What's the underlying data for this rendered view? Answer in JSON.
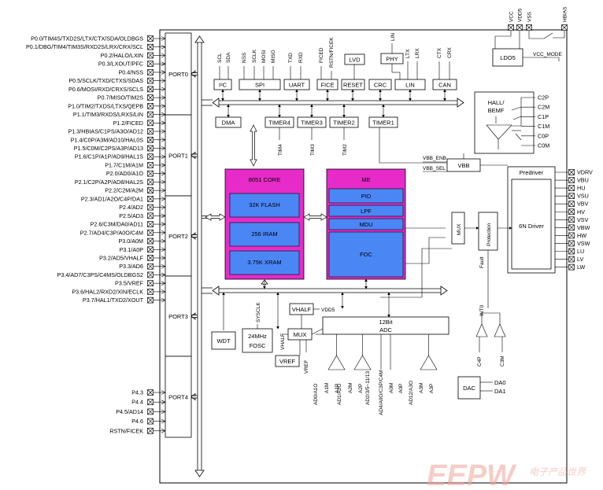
{
  "left_pins": [
    "P0.0/TIM4S/TXD2S/LTX/CTX/SDA/OLDBGS",
    "P0.1/DBG/TIM4/TIM3S/RXD2S/LRX/CRX/SCL",
    "P0.2/HALO/LXIN",
    "P0.3/LXOUT/PFC",
    "P0.4/NSS",
    "P0.5/SCLK/TXD/CTXS/SDAS",
    "P0.6/MOSI/RXD/CRXS/SCLS",
    "P0.7/MISO/TIM2S",
    "P1.0/TIM2/TXDS/LTXS/QEPB",
    "P1.1/TIM3/RXDS/LRXS/LIN",
    "P1.2/FICED",
    "P1.3/HBIAS/C1PS/A3O/AD12",
    "P1.4/C0P/A3M/AD10/HAL0S",
    "P1.5/C0M/C2PS/A3P/AD13",
    "P1.6/C1P/A1P/AD9/HAL1S",
    "P1.7/C1M/A1M",
    "P2.0/AD0/A1O",
    "P2.1/C2P/A2P/AD8/HAL2S",
    "P2.2/C2M/A2M",
    "P2.3/AD1/A2O/C4P/DA1",
    "P2.4/AD2",
    "P2.5/AD3",
    "P2.6/C3M/DA0/AD11",
    "P2.7/AD4/C3P/A0O/C4M",
    "P3.0/A0M",
    "P3.1/A0P",
    "P3.2/AD5/VHALF",
    "P3.3/AD6",
    "P3.4/AD7/C3PS/C4MS/OLDBGS2",
    "P3.5/VREF",
    "P3.6/HAL2/RXD2/XIN/ECLK",
    "P3.7/HAL1/TXD2/XOUT",
    "P4.3",
    "P4.4",
    "P4.5/AD14",
    "P4.6",
    "RSTN/FICEK"
  ],
  "ports": [
    "PORT0",
    "PORT1",
    "PORT2",
    "PORT3",
    "PORT4"
  ],
  "top_pins": [
    "VCC",
    "VDD5",
    "VSS",
    "HBIAS"
  ],
  "right_pins": [
    "VDRV",
    "VBU",
    "HU",
    "VSU",
    "VBV",
    "HV",
    "VSV",
    "VBW",
    "HW",
    "VSW",
    "LU",
    "LV",
    "LW"
  ],
  "peripherals": {
    "i2c": "I²C",
    "spi": "SPI",
    "uart": "UART",
    "fice": "FICE",
    "reset": "RESET",
    "lvd": "LVD",
    "phy": "PHY",
    "crc": "CRC",
    "lin": "LIN",
    "can": "CAN",
    "ldo5": "LDO5",
    "vcc_mode": "VCC_MODE",
    "dma": "DMA",
    "timer4": "TIMER4",
    "timer3": "TIMER3",
    "timer2": "TIMER2",
    "timer1": "TIMER1",
    "hall_line1": "HALL/",
    "hall_line2": "BEMF",
    "vbb": "VBB",
    "vbb_enb": "VBB_ENB",
    "vbb_sel": "VBB_SEL",
    "predriver": "Predriver",
    "driver6n": "6N Driver",
    "mux": "MUX",
    "protection": "Protection",
    "fault": "Fault",
    "wdt": "WDT",
    "fosc_line1": "24MHz",
    "fosc_line2": "FOSC",
    "sysclk": "SYSCLK",
    "vhalf": "VHALF",
    "vdd5": "VDD5",
    "adc_line1": "12Bit",
    "adc_line2": "ADC",
    "mux2": "MUX",
    "vref": "VREF",
    "vhalf_v": "VHALF",
    "vref_v": "VREF",
    "dac": "DAC",
    "da0": "DA0",
    "da1": "DA1",
    "into": "INT0",
    "c4p": "C4P",
    "c3m": "C3M"
  },
  "top_signals": {
    "scl": "SCL",
    "sda": "SDA",
    "nss": "NSS",
    "sclk": "SCLK",
    "mosi": "MOSI",
    "miso": "MISO",
    "txd": "TXD",
    "rxd": "RXD",
    "ficed": "FICED",
    "rstn": "RSTN/FICEK",
    "lin_top": "LIN",
    "ltx": "LTX",
    "lrx": "LRX",
    "ctx": "CTX",
    "crx": "CRX"
  },
  "timer_signals": {
    "tim4": "TIM4",
    "tim3": "TIM3",
    "tim2": "TIM2"
  },
  "hall_pins": [
    "C2P",
    "C2M",
    "C1P",
    "C1M",
    "C0P",
    "C0M"
  ],
  "core": {
    "title": "8051 CORE",
    "flash": "32K FLASH",
    "iram": "256 IRAM",
    "xram": "3.75K XRAM"
  },
  "me": {
    "title": "ME",
    "pid": "PID",
    "lpf": "LPF",
    "mdu": "MDU",
    "foc": "FOC"
  },
  "adc_inputs": [
    "AD0/A1O",
    "A1M",
    "A1P",
    "AD1/A2O",
    "A2M",
    "A2P",
    "AD2/3/5~11/13",
    "AD4/A0O/C3P/C4M",
    "A0M",
    "A0P",
    "AD12/A3O",
    "A3M",
    "A3P"
  ],
  "watermark": {
    "logo": "EEPW",
    "cn": "电子产品世界"
  },
  "colors": {
    "core": "#e62bc8",
    "module": "#4b86f5",
    "pin_mark": "#000000"
  }
}
